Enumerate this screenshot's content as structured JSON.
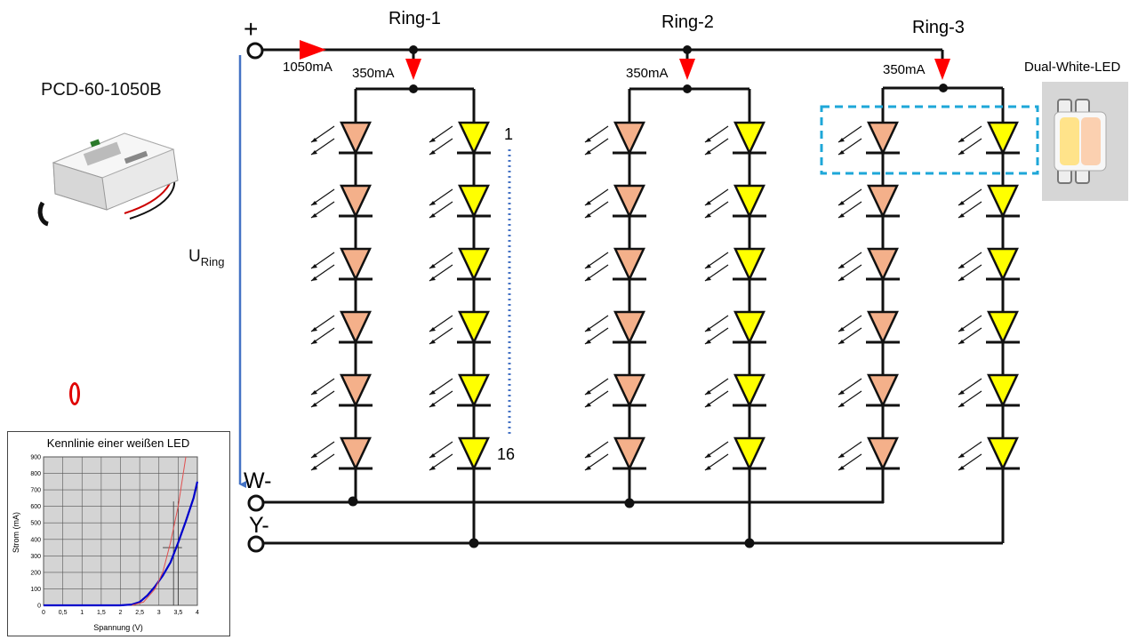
{
  "labels": {
    "plus": "+",
    "w_minus": "W-",
    "y_minus": "Y-",
    "ring1": "Ring-1",
    "ring2": "Ring-2",
    "ring3": "Ring-3",
    "main_current": "1050mA",
    "ring1_current": "350mA",
    "ring2_current": "350mA",
    "ring3_current": "350mA",
    "dual_led": "Dual-White-LED",
    "driver": "PCD-60-1050B",
    "uring_main": "U",
    "uring_sub": "Ring",
    "index_first": "1",
    "index_last": "16"
  },
  "colors": {
    "warm_led": "#f4b08a",
    "yellow_led": "#ffff00",
    "arrow_red": "#ff0000",
    "voltage_arrow": "#4472c4",
    "highlight_box": "#1ea7d8"
  },
  "graph": {
    "title": "Kennlinie einer weißen LED",
    "xlabel": "Spannung (V)",
    "ylabel": "Strom (mA)",
    "xticks": [
      "0",
      "0,5",
      "1",
      "1,5",
      "2",
      "2,5",
      "3",
      "3,5",
      "4"
    ],
    "yticks": [
      "0",
      "100",
      "200",
      "300",
      "400",
      "500",
      "600",
      "700",
      "800",
      "900"
    ]
  },
  "chart_data": {
    "type": "line",
    "title": "Kennlinie einer weißen LED",
    "xlabel": "Spannung (V)",
    "ylabel": "Strom (mA)",
    "xlim": [
      0,
      4
    ],
    "ylim": [
      0,
      900
    ],
    "grid": true,
    "series": [
      {
        "color": "#0000cc",
        "x": [
          0,
          1,
          2,
          2.3,
          2.5,
          2.7,
          2.9,
          3.1,
          3.3,
          3.5,
          3.7,
          3.9,
          4.0
        ],
        "y": [
          0,
          0,
          0,
          5,
          20,
          60,
          115,
          180,
          260,
          380,
          510,
          650,
          750
        ]
      },
      {
        "color": "#e05050",
        "x": [
          2.3,
          2.6,
          2.9,
          3.1,
          3.3,
          3.5,
          3.6,
          3.7
        ],
        "y": [
          0,
          20,
          100,
          200,
          380,
          600,
          750,
          900
        ]
      }
    ]
  }
}
